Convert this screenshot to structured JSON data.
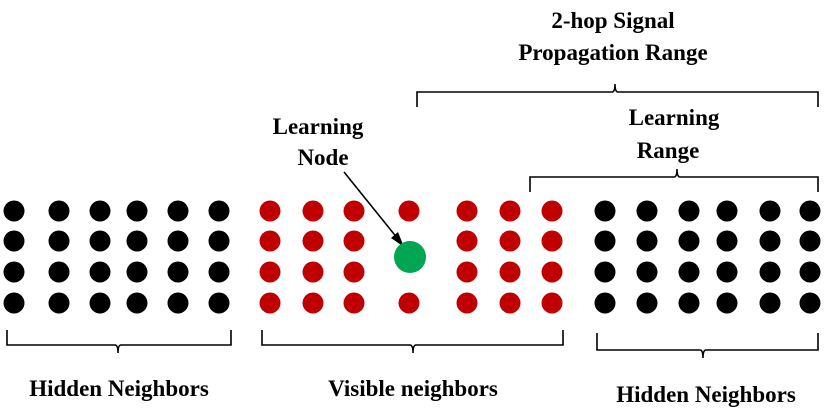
{
  "labels": {
    "range_title_line1": "2-hop Signal",
    "range_title_line2": "Propagation Range",
    "learning_range_line1": "Learning",
    "learning_range_line2": "Range",
    "learning_node_line1": "Learning",
    "learning_node_line2": "Node",
    "hidden_left": "Hidden Neighbors",
    "visible": "Visible neighbors",
    "hidden_right": "Hidden Neighbors"
  },
  "colors": {
    "hidden": "#000000",
    "visible": "#c00000",
    "learning_node": "#00a651",
    "brace": "#000000"
  },
  "groups": [
    {
      "name": "hidden-left",
      "color_key": "hidden",
      "columns": [
        14,
        59,
        100,
        137,
        178,
        219
      ],
      "rows": [
        211,
        241,
        272,
        303
      ],
      "skip": []
    },
    {
      "name": "visible",
      "color_key": "visible",
      "columns": [
        270,
        313,
        354,
        409,
        467,
        510,
        552
      ],
      "rows": [
        211,
        241,
        272,
        303
      ],
      "skip": [
        [
          3,
          1
        ],
        [
          3,
          2
        ]
      ]
    },
    {
      "name": "hidden-right",
      "color_key": "hidden",
      "columns": [
        605,
        647,
        689,
        727,
        770,
        810
      ],
      "rows": [
        211,
        241,
        272,
        303
      ],
      "skip": []
    }
  ]
}
